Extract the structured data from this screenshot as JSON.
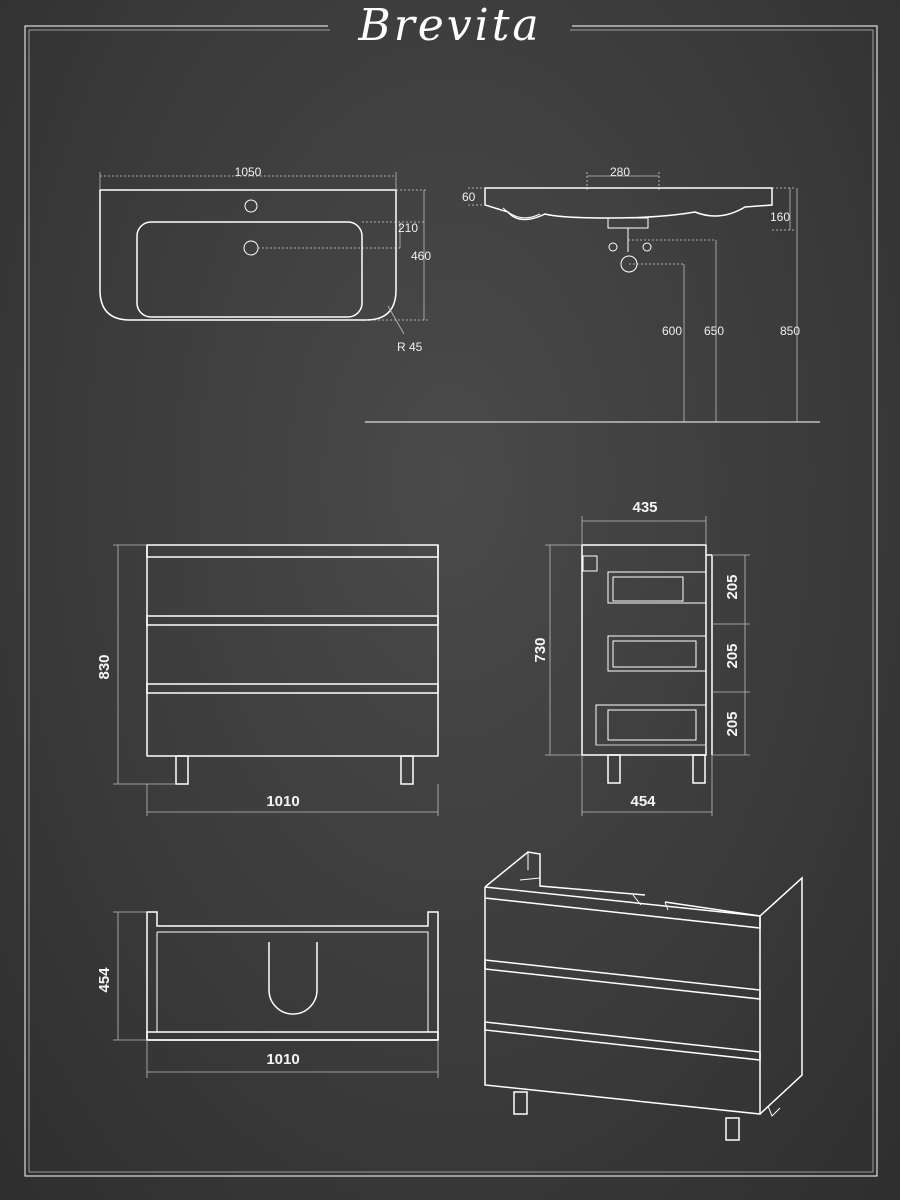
{
  "brand": "Brevita",
  "basin": {
    "width": "1050",
    "bowl_depth": "210",
    "depth": "460",
    "radius": "R 45",
    "tap_spacing": "280",
    "rim_height": "60",
    "drop": "160",
    "h600": "600",
    "h650": "650",
    "h850": "850"
  },
  "front_view": {
    "height": "830",
    "width": "1010"
  },
  "side_view": {
    "top_depth": "435",
    "height": "730",
    "drawer1": "205",
    "drawer2": "205",
    "drawer3": "205",
    "bottom_depth": "454"
  },
  "top_view": {
    "depth": "454",
    "width": "1010"
  },
  "colors": {
    "background": "#3a3a3a",
    "line": "#ffffff"
  }
}
